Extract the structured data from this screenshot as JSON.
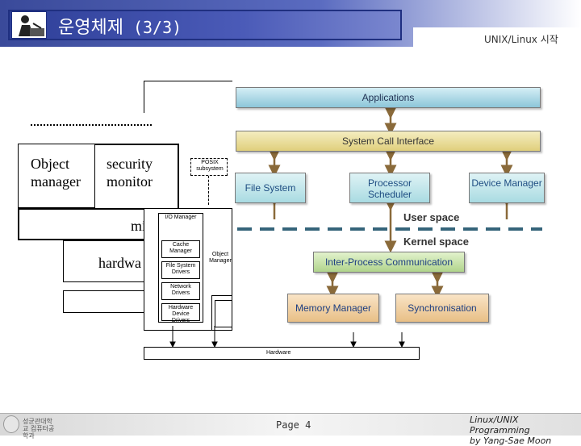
{
  "header": {
    "title": "운영체제",
    "title_count": "(3/3)",
    "subtitle": "UNIX/Linux 시작"
  },
  "footer": {
    "university": "성균관대학교 컴퓨터공학과",
    "page": "Page 4",
    "credit_line1": "Linux/UNIX Programming",
    "credit_line2": "by Yang-Sae Moon"
  },
  "left_diagram": {
    "object_manager": "Object manager",
    "security_monitor": "security monitor",
    "posix_subsystem": "POSIX subsystem",
    "microkernel_partial": "mi",
    "hardware_partial": "hardwa",
    "io_manager": "I/O Manager",
    "cache_manager": "Cache Manager",
    "file_system_drivers": "File System Drivers",
    "network_drivers": "Network Drivers",
    "hardware_device_drivers": "Hardware Device Drivers",
    "object_manager_small": "Object Manager",
    "hardware_bar": "Hardware"
  },
  "right_diagram": {
    "applications": "Applications",
    "system_call_interface": "System Call Interface",
    "file_system": "File System",
    "process_scheduler": "Processor Scheduler",
    "device_manager": "Device Manager",
    "user_space": "User space",
    "kernel_space": "Kernel space",
    "ipc": "Inter-Process Communication",
    "memory_manager": "Memory Manager",
    "synchronisation": "Synchronisation"
  },
  "colors": {
    "header_blue": "#3a4a9a",
    "dashed_line": "#35647a",
    "arrow": "#8a6a3a"
  }
}
